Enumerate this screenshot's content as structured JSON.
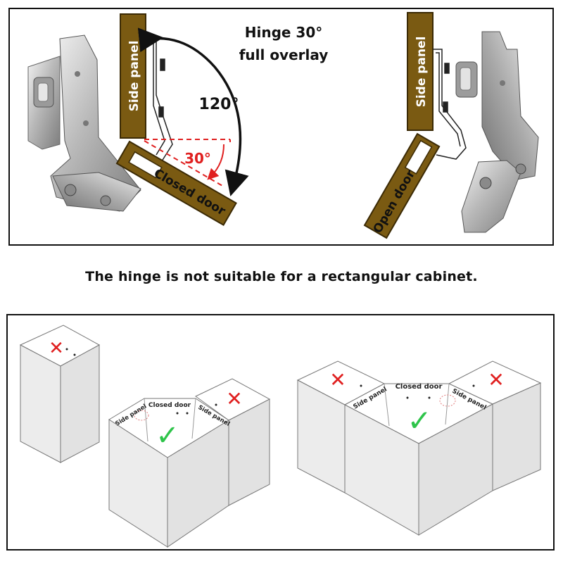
{
  "top_panel": {
    "title_line1": "Hinge 30°",
    "title_line2": "full overlay",
    "angle_open": "120°",
    "angle_closed": "30°",
    "side_panel_label": "Side panel",
    "closed_door_label": "Closed door",
    "open_door_label": "Open door"
  },
  "caption": "The hinge is not suitable for a rectangular cabinet.",
  "bottom_panel": {
    "small_labels": {
      "side_panel": "Side panel",
      "closed_door": "Closed door"
    },
    "marks": {
      "wrong": "✕",
      "right": "✓"
    }
  },
  "colors": {
    "panel_wood": "#7a5a12",
    "panel_wood_dark": "#3b2a05",
    "angle_red": "#e02020",
    "check_green": "#2ec44a",
    "cross_red": "#e02020",
    "cabinet_face": "#eeeeee",
    "cabinet_top": "#ffffff",
    "border": "#111111"
  }
}
